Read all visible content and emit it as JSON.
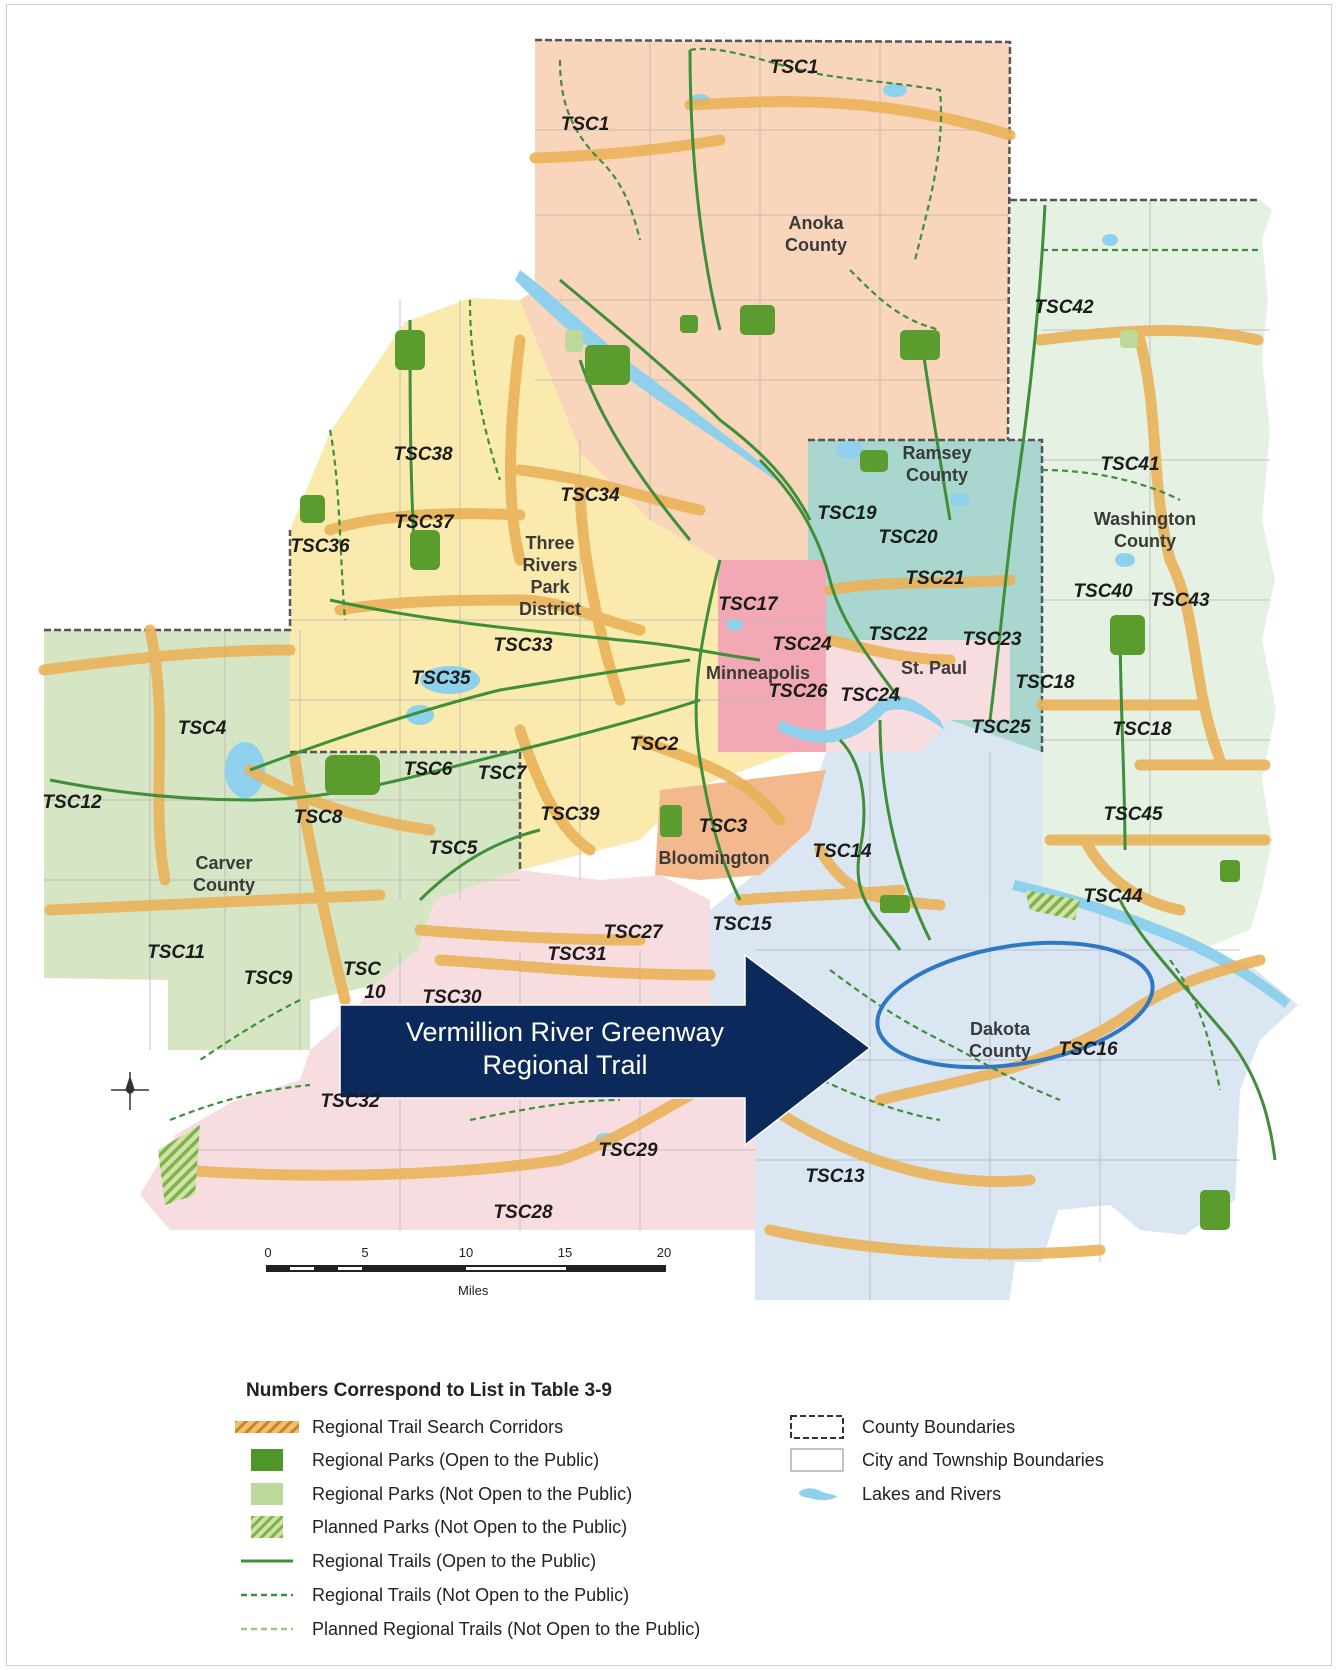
{
  "colors": {
    "anoka": "#f9d6bb",
    "three_rivers": "#fbeaad",
    "carver": "#d6e6c4",
    "scott": "#f8dde0",
    "hennepin_south": "#f8dde0",
    "ramsey": "#a9d7cf",
    "washington": "#e4f1e3",
    "dakota": "#dae6f2",
    "minneapolis": "#f2a9b5",
    "st_paul": "#f8dde0",
    "bloomington": "#f3b98c",
    "corridor": "#eab259",
    "trail_open": "#3f8f3a",
    "park_open": "#5a9d2e",
    "park_not_open": "#bcd99a",
    "water": "#8fd0ec",
    "callout_fill": "#0b2a5b",
    "highlight_ellipse": "#2f78c4"
  },
  "map_labels": [
    {
      "text": "TSC1"
    },
    {
      "text": "TSC1"
    },
    {
      "text": "TSC42"
    },
    {
      "text": "TSC41"
    },
    {
      "text": "TSC40"
    },
    {
      "text": "TSC43"
    },
    {
      "text": "TSC38"
    },
    {
      "text": "TSC34"
    },
    {
      "text": "TSC37"
    },
    {
      "text": "TSC36"
    },
    {
      "text": "TSC19"
    },
    {
      "text": "TSC20"
    },
    {
      "text": "TSC21"
    },
    {
      "text": "TSC17"
    },
    {
      "text": "TSC22"
    },
    {
      "text": "TSC23"
    },
    {
      "text": "TSC33"
    },
    {
      "text": "TSC24"
    },
    {
      "text": "TSC35"
    },
    {
      "text": "TSC26"
    },
    {
      "text": "TSC24"
    },
    {
      "text": "TSC18"
    },
    {
      "text": "TSC25"
    },
    {
      "text": "TSC18"
    },
    {
      "text": "TSC4"
    },
    {
      "text": "TSC2"
    },
    {
      "text": "TSC6"
    },
    {
      "text": "TSC7"
    },
    {
      "text": "TSC12"
    },
    {
      "text": "TSC8"
    },
    {
      "text": "TSC39"
    },
    {
      "text": "TSC3"
    },
    {
      "text": "TSC45"
    },
    {
      "text": "TSC5"
    },
    {
      "text": "TSC14"
    },
    {
      "text": "TSC44"
    },
    {
      "text": "TSC27"
    },
    {
      "text": "TSC15"
    },
    {
      "text": "TSC31"
    },
    {
      "text": "TSC11"
    },
    {
      "text": "TSC9"
    },
    {
      "text": "TSC"
    },
    {
      "text": "10"
    },
    {
      "text": "TSC30"
    },
    {
      "text": "TSC16"
    },
    {
      "text": "TSC32"
    },
    {
      "text": "TSC29"
    },
    {
      "text": "TSC13"
    },
    {
      "text": "TSC28"
    }
  ],
  "area_labels": [
    {
      "text": "Anoka\nCounty"
    },
    {
      "text": "Ramsey\nCounty"
    },
    {
      "text": "Washington\nCounty"
    },
    {
      "text": "Three\nRivers\nPark\nDistrict"
    },
    {
      "text": "Minneapolis"
    },
    {
      "text": "St. Paul"
    },
    {
      "text": "Carver\nCounty"
    },
    {
      "text": "Bloomington"
    },
    {
      "text": "Dakota\nCounty"
    }
  ],
  "callout": {
    "line1": "Vermillion River Greenway",
    "line2": "Regional Trail"
  },
  "scale_bar": {
    "ticks": [
      "0",
      "5",
      "10",
      "15",
      "20"
    ],
    "unit": "Miles"
  },
  "legend": {
    "title": "Numbers Correspond to List in Table 3-9",
    "items": [
      {
        "label": "Regional Trail Search Corridors"
      },
      {
        "label": "Regional Parks (Open to the Public)"
      },
      {
        "label": "Regional Parks (Not Open to the Public)"
      },
      {
        "label": "Planned Parks (Not Open to the Public)"
      },
      {
        "label": "Regional Trails (Open to the Public)"
      },
      {
        "label": "Regional Trails (Not Open to the Public)"
      },
      {
        "label": "Planned Regional Trails (Not Open to the Public)"
      },
      {
        "label": "County Boundaries"
      },
      {
        "label": "City and Township Boundaries"
      },
      {
        "label": "Lakes and Rivers"
      }
    ]
  }
}
